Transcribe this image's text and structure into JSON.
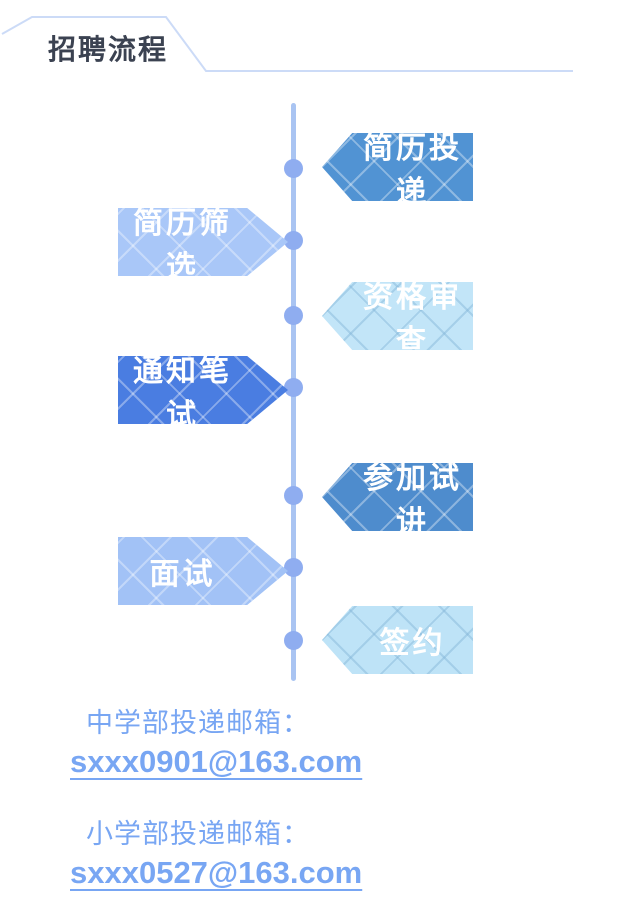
{
  "header": {
    "title": "招聘流程",
    "title_color": "#3b4251",
    "line_color": "#ccdbf7"
  },
  "process": {
    "line_color": "#a9c4f2",
    "dot_color": "#8fadf0",
    "steps": [
      {
        "label": "简历投递",
        "side": "right",
        "color": "#5193d3",
        "lattice": "white"
      },
      {
        "label": "简历筛选",
        "side": "left",
        "color": "#a9c7f8",
        "lattice": "white"
      },
      {
        "label": "资格审查",
        "side": "right",
        "color": "#c2e5f8",
        "lattice": "dark"
      },
      {
        "label": "通知笔试",
        "side": "left",
        "color": "#4a7de1",
        "lattice": "white"
      },
      {
        "label": "参加试讲",
        "side": "right",
        "color": "#4e8ccd",
        "lattice": "white"
      },
      {
        "label": "面试",
        "side": "left",
        "color": "#a2c2f6",
        "lattice": "white"
      },
      {
        "label": "签约",
        "side": "right",
        "color": "#bee3f7",
        "lattice": "dark"
      }
    ]
  },
  "contacts": [
    {
      "label": "中学部投递邮箱：",
      "email": "sxxx0901@163.com"
    },
    {
      "label": "小学部投递邮箱：",
      "email": "sxxx0527@163.com"
    }
  ],
  "text_color": "#78a6f3"
}
